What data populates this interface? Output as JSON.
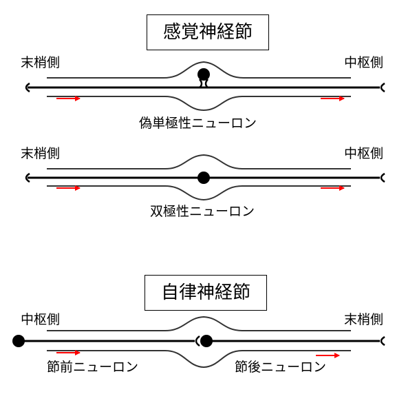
{
  "sensory": {
    "title": "感覚神経節",
    "pseudo": {
      "left": "末梢側",
      "right": "中枢側",
      "caption": "偽単極性ニューロン"
    },
    "bipolar": {
      "left": "末梢側",
      "right": "中枢側",
      "caption": "双極性ニューロン"
    }
  },
  "autonomic": {
    "title": "自律神経節",
    "left": "中枢側",
    "right": "末梢側",
    "pre_caption": "節前ニューロン",
    "post_caption": "節後ニューロン"
  },
  "colors": {
    "line": "#000000",
    "arrow": "#ff0000",
    "sheath": "#333333"
  }
}
